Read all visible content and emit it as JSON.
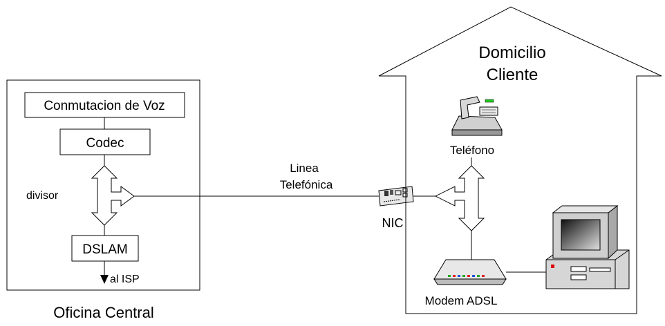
{
  "central_office": {
    "title": "Oficina Central",
    "voice_switch": "Conmutacion de Voz",
    "codec": "Codec",
    "splitter": "divisor",
    "dslam": "DSLAM",
    "isp": "al ISP"
  },
  "line": {
    "label_line1": "Linea",
    "label_line2": "Telefónica"
  },
  "nic": {
    "label": "NIC"
  },
  "customer_home": {
    "title_line1": "Domicilio",
    "title_line2": "Cliente",
    "phone": "Teléfono",
    "modem": "Modem ADSL"
  },
  "colors": {
    "stroke": "#000000",
    "phone_display": "#22cc22",
    "modem_leds": [
      "#22aa22",
      "#dd2222",
      "#2255dd",
      "#22aa22",
      "#dd2222",
      "#2255dd",
      "#22aa22",
      "#dd2222"
    ],
    "pc_indicator": "#dd0000"
  }
}
